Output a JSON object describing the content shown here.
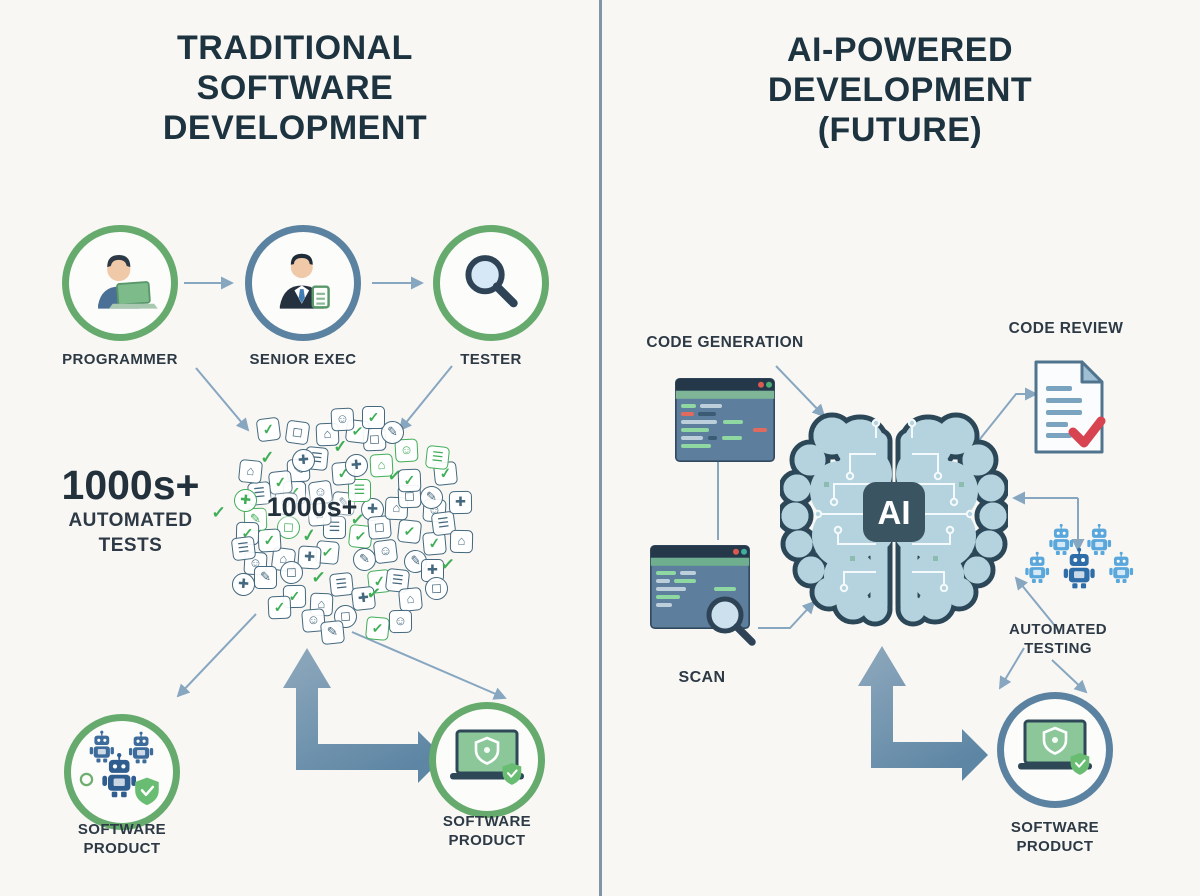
{
  "left_panel": {
    "title_lines": [
      "TRADITIONAL",
      "SOFTWARE",
      "DEVELOPMENT"
    ],
    "actors": [
      {
        "label": "PROGRAMMER",
        "icon": "person-laptop-icon",
        "ring": "green"
      },
      {
        "label": "SENIOR EXEC",
        "icon": "person-clipboard-icon",
        "ring": "blue"
      },
      {
        "label": "TESTER",
        "icon": "magnifier-icon",
        "ring": "green"
      }
    ],
    "tests_note": {
      "headline": "1000s+",
      "line1": "AUTOMATED",
      "line2": "TESTS"
    },
    "cluster_label": "1000s+",
    "product_left": {
      "line1": "SOFTWARE",
      "line2": "PRODUCT",
      "icon": "robots-shield-icon",
      "ring": "green"
    },
    "product_right": {
      "line1": "SOFTWARE",
      "line2": "PRODUCT",
      "icon": "laptop-shield-icon",
      "ring": "green"
    }
  },
  "right_panel": {
    "title_lines": [
      "AI-POWERED",
      "DEVELOPMENT",
      "(FUTURE)"
    ],
    "code_generation_label": "CODE GENERATION",
    "code_review_label": "CODE REVIEW",
    "ai_label": "AI",
    "scan_label": "SCAN",
    "automated_testing": {
      "line1": "AUTOMATED",
      "line2": "TESTING",
      "icon": "robot-group-icon"
    },
    "software_product": {
      "line1": "SOFTWARE",
      "line2": "PRODUCT",
      "icon": "laptop-shield-icon",
      "ring": "blue"
    },
    "icons": {
      "code_generation": "code-window-icon",
      "code_review": "document-check-icon",
      "ai": "circuit-brain-icon",
      "scan": "code-window-magnifier-icon"
    }
  },
  "cluster_glyphs": [
    "⚙",
    "☰",
    "✎",
    "⚑",
    "⌂",
    "✚",
    "⚒",
    "☺",
    "◻"
  ],
  "cluster_icon_count": 80,
  "colors": {
    "background": "#f8f7f4",
    "divider": "#8096a6",
    "title_text": "#1d3340",
    "label_text": "#2d3a45",
    "green_ring": "#66ab6d",
    "blue_ring": "#5b82a0",
    "arrow": "#87a6c0",
    "big_arrow_light": "#8fa9bd",
    "big_arrow_dark": "#5d86a4",
    "check_green": "#3fae57",
    "cluster_icon": "#44687d",
    "robot_blue_dark": "#3c6b9c",
    "robot_blue_light": "#5aa7dc",
    "shield_green": "#69bd72",
    "red_accent": "#d84352",
    "brain_fill": "#b5d3de",
    "brain_stroke": "#2c4858"
  }
}
